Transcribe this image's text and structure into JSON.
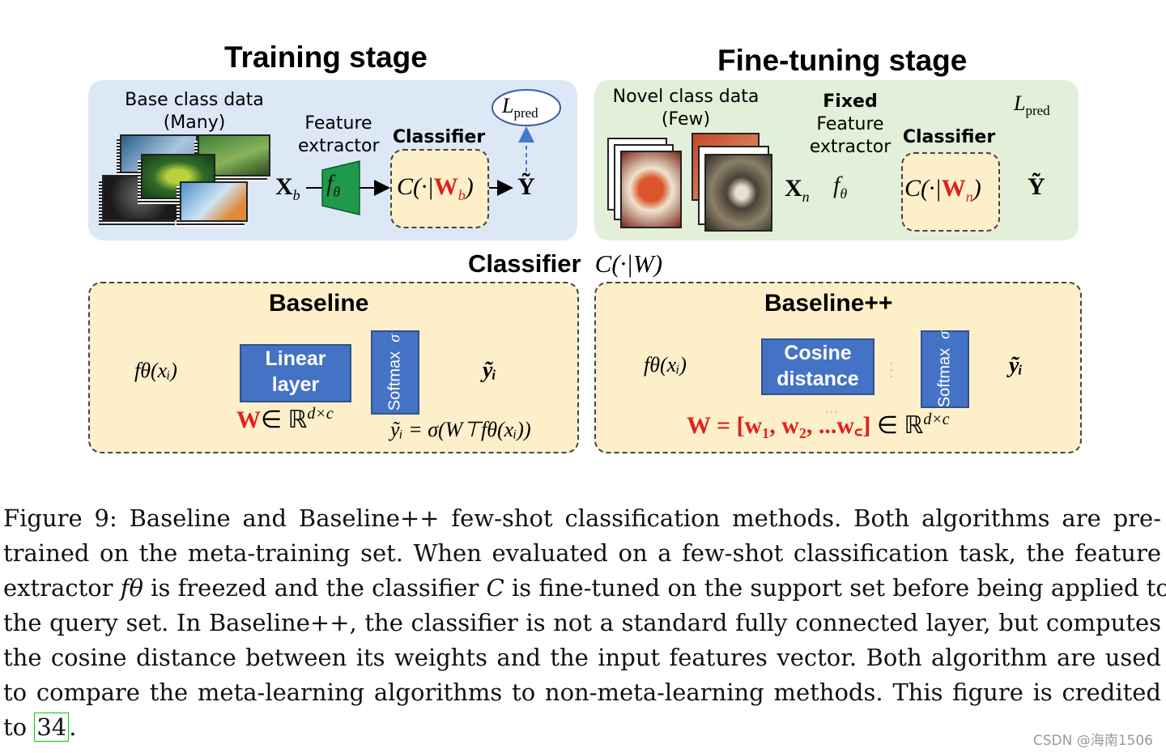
{
  "figure": {
    "training": {
      "title": "Training stage",
      "data_label_1": "Base class data",
      "data_label_2": "(Many)",
      "feature_label_1": "Feature",
      "feature_label_2": "extractor",
      "classifier_label": "Classifier",
      "input_symbol": "X",
      "input_sub": "b",
      "f_symbol": "f",
      "f_sub": "θ",
      "classifier_expr_pre": "C(·|",
      "classifier_W": "W",
      "classifier_sub": "b",
      "classifier_expr_post": ")",
      "output_symbol": "Ỹ",
      "loss": "L",
      "loss_sub": "pred"
    },
    "finetuning": {
      "title": "Fine-tuning stage",
      "data_label_1": "Novel class data",
      "data_label_2": "(Few)",
      "fixed_label": "Fixed",
      "feature_label_1": "Feature",
      "feature_label_2": "extractor",
      "classifier_label": "Classifier",
      "input_symbol": "X",
      "input_sub": "n",
      "classifier_expr_pre": "C(·|",
      "classifier_W": "W",
      "classifier_sub": "n",
      "classifier_expr_post": ")",
      "output_symbol": "Ỹ",
      "loss": "L",
      "loss_sub": "pred"
    },
    "classifier_heading": "Classifier",
    "classifier_heading_expr": "C(·|W)",
    "baseline": {
      "title": "Baseline",
      "input": "fθ(xᵢ)",
      "block_1": "Linear",
      "block_2": "layer",
      "softmax": "Softmax",
      "sigma": "σ",
      "output": "ỹᵢ",
      "weight_W": "W",
      "weight_rest": "∈ ℝ",
      "weight_sup": "d×c",
      "formula": "ỹᵢ = σ(W⊤fθ(xᵢ))"
    },
    "baselinepp": {
      "title": "Baseline++",
      "input": "fθ(xᵢ)",
      "block_1": "Cosine",
      "block_2": "distance",
      "softmax": "Softmax",
      "sigma": "σ",
      "output": "ỹᵢ",
      "dots": "...",
      "weight_expr": "W = [w₁, w₂, ...w꜀]",
      "weight_rest": "∈ ℝ",
      "weight_sup": "d×c"
    }
  },
  "caption": {
    "line1": "Figure 9: Baseline and Baseline++ few-shot classification methods. Both algorithms are pre-",
    "line2": "trained on the meta-training set. When evaluated on a few-shot classification task, the feature",
    "line3_a": "extractor ",
    "line3_f": "fθ",
    "line3_b": " is freezed and the classifier ",
    "line3_c": "C",
    "line3_d": " is fine-tuned on the support set before being applied to",
    "line4": "the query set. In Baseline++, the classifier is not a standard fully connected layer, but computes",
    "line5": "the cosine distance between its weights and the input features vector. Both algorithm are used",
    "line6": "to compare the meta-learning algorithms to non-meta-learning methods. This figure is credited",
    "line7_a": "to ",
    "line7_cite": "34",
    "line7_b": "."
  },
  "watermark": "CSDN @海南1506",
  "colors": {
    "training_panel": "#dce8f5",
    "finetune_panel": "#e2efd9",
    "classifier_box": "#fdefc9",
    "blue_block": "#4472c4",
    "extractor": "#1f9a4a",
    "red": "#e0201b"
  }
}
